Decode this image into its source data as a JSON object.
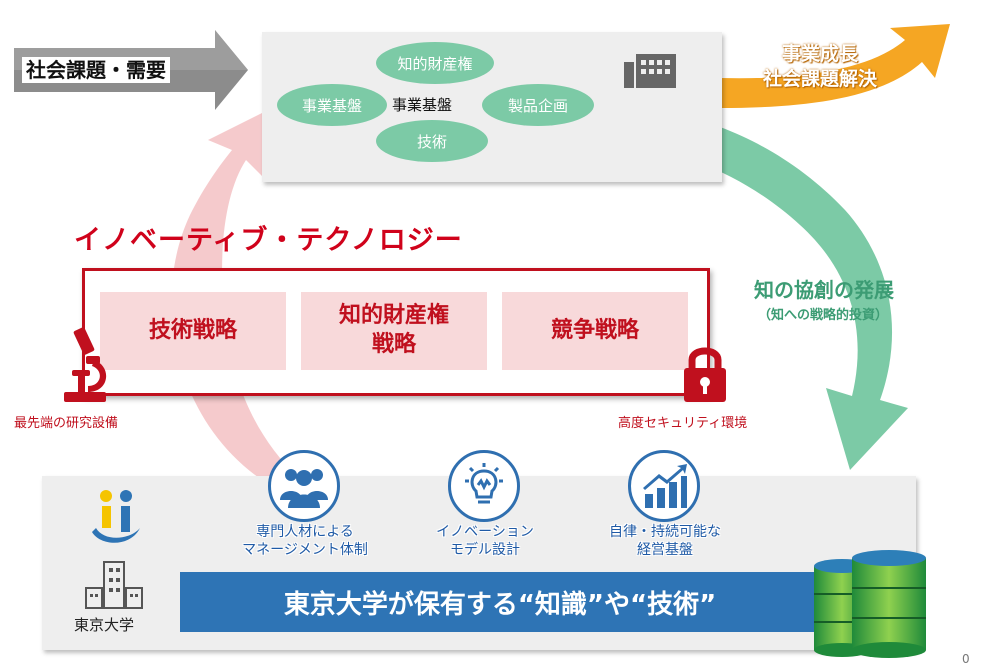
{
  "header": {
    "left_arrow_label": "社会課題・需要",
    "right_arrow_line1": "事業成長",
    "right_arrow_line2": "社会課題解決"
  },
  "top_panel": {
    "top_oval": "知的財産権",
    "left_oval": "事業基盤",
    "center_text": "事業基盤",
    "right_oval": "製品企画",
    "bottom_oval": "技術"
  },
  "innovation": {
    "title": "イノベーティブ・テクノロジー",
    "boxes": [
      {
        "line1": "技術戦略",
        "line2": ""
      },
      {
        "line1": "知的財産権",
        "line2": "戦略"
      },
      {
        "line1": "競争戦略",
        "line2": ""
      }
    ],
    "left_caption": "最先端の研究設備",
    "right_caption": "高度セキュリティ環境"
  },
  "cycle": {
    "title": "知の協創の発展",
    "subtitle": "（知への戦略的投資）"
  },
  "bottom_panel": {
    "features": [
      {
        "icon": "people-icon",
        "line1": "専門人材による",
        "line2": "マネージメント体制"
      },
      {
        "icon": "lightbulb-icon",
        "line1": "イノベーション",
        "line2": "モデル設計"
      },
      {
        "icon": "growth-chart-icon",
        "line1": "自律・持続可能な",
        "line2": "経営基盤"
      }
    ],
    "banner": "東京大学が保有する“知識”や“技術”",
    "university_label": "東京大学"
  },
  "page_number": "0",
  "colors": {
    "red": "#c0101e",
    "green": "#7ccaa6",
    "blue": "#2e74b5",
    "orange": "#f5a623"
  }
}
